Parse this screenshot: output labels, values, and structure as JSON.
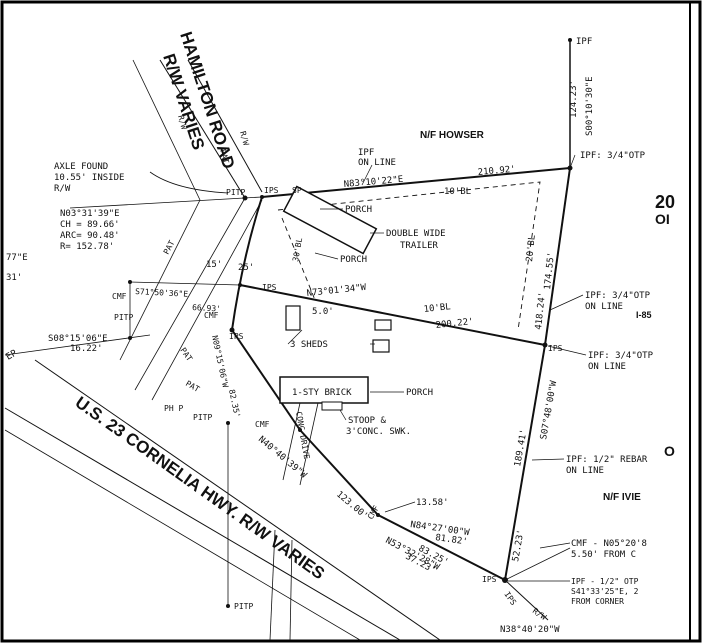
{
  "roads": {
    "hamilton_line1": "HAMILTON ROAD",
    "hamilton_line2": "R/W VARIES",
    "us23": "U.S. 23 CORNELIA HWY. R/W VARIES",
    "i85": "I-85"
  },
  "neighbors": {
    "north": "N/F HOWSER",
    "south": "N/F IVIE"
  },
  "edge_fragments": {
    "right_top_number": "20",
    "right_top_sub": "OI",
    "right_mid": "O",
    "left_ep": "EP",
    "left_frag1": "77\"E",
    "left_frag2": "31'"
  },
  "monuments": {
    "ipf_top": "IPF",
    "ipf_online": "IPF",
    "on_line": "ON LINE",
    "ipf_otp_ne": "IPF: 3/4\"OTP",
    "ipf_otp_mid_a": "IPF: 3/4\"OTP",
    "ipf_otp_mid_b": "ON LINE",
    "ipf_otp_ips_a": "IPF: 3/4\"OTP",
    "ipf_otp_ips_b": "ON LINE",
    "rebar_a": "IPF: 1/2\" REBAR",
    "rebar_b": "ON LINE",
    "cmf_se_a": "CMF - N05°20'8",
    "cmf_se_b": "5.50' FROM C",
    "ipf_otp_se_a": "IPF - 1/2\" OTP",
    "ipf_otp_se_b": "S41°33'25\"E, 2",
    "ipf_otp_se_c": "FROM CORNER",
    "axle_a": "AXLE FOUND",
    "axle_b": "10.55' INSIDE",
    "axle_c": "R/W",
    "pitp_top": "PITP",
    "pitp_left": "PITP",
    "pitp_mid": "PITP",
    "pitp_bottom": "PITP",
    "ph_p": "PH P",
    "cmf_left": "CMF",
    "cmf_mid": "CMF",
    "cmf_low": "CMF",
    "cmf_bottom": "CMF",
    "ips_1": "IPS",
    "ips_2": "IPS",
    "ips_3": "IPS",
    "ips_4": "IPS",
    "ips_5": "IPS",
    "ips_6": "IPS",
    "sp": "SP",
    "rw_1": "R/W",
    "rw_2": "R/W",
    "rw_3": "R/W",
    "pat_1": "PAT",
    "pat_2": "PAT",
    "pat_3": "PAT",
    "pat_4": "PAT"
  },
  "curve": {
    "line1": "N03°31'39\"E",
    "line2": "CH = 89.66'",
    "line3": "ARC= 90.48'",
    "line4": "R= 152.78'"
  },
  "bearings": {
    "top": "N83°10'22\"E",
    "top_dist": "210.92'",
    "ne": "S00°10'30\"E",
    "ne_dist": "124.23'",
    "east_upper": "174.55'",
    "east_upper2": "418.24'",
    "east_lower": "S07°48'00\"W",
    "east_lower_dist": "189.41'",
    "mid": "N73°01'34\"W",
    "mid_dist": "200.22'",
    "left_tie": "S71°50'36\"E",
    "left_tie_dist": "66.93'",
    "sw_tie": "S08°15'06\"E",
    "sw_tie_dist": "16.22'",
    "west": "N09°15'06\"W",
    "west_dist": "82.35'",
    "sw_diag": "N40°40'39\"W",
    "sw_diag_dist": "123.00'",
    "south_a": "N84°27'00\"W",
    "south_a_dist": "81.82'",
    "south_b": "N53°32'28\"W",
    "south_b_dist1": "83.25'",
    "south_b_dist2": "37.23'",
    "dist_1358": "13.58'",
    "dist_5223": "52.23'",
    "bottom": "N38°40'20\"W",
    "dist_15": "15'",
    "dist_25": "25'",
    "dist_50": "5.0'"
  },
  "setbacks": {
    "top": "10'BL",
    "right": "20'BL",
    "mid": "10'BL",
    "left": "30'BL"
  },
  "structures": {
    "porch_top": "PORCH",
    "trailer_a": "DOUBLE WIDE",
    "trailer_b": "TRAILER",
    "porch_trailer": "PORCH",
    "sheds": "3 SHEDS",
    "brick": "1-STY BRICK",
    "porch_brick": "PORCH",
    "stoop_a": "STOOP &",
    "stoop_b": "3'CONC. SWK.",
    "drive": "CONC DRIVE"
  }
}
